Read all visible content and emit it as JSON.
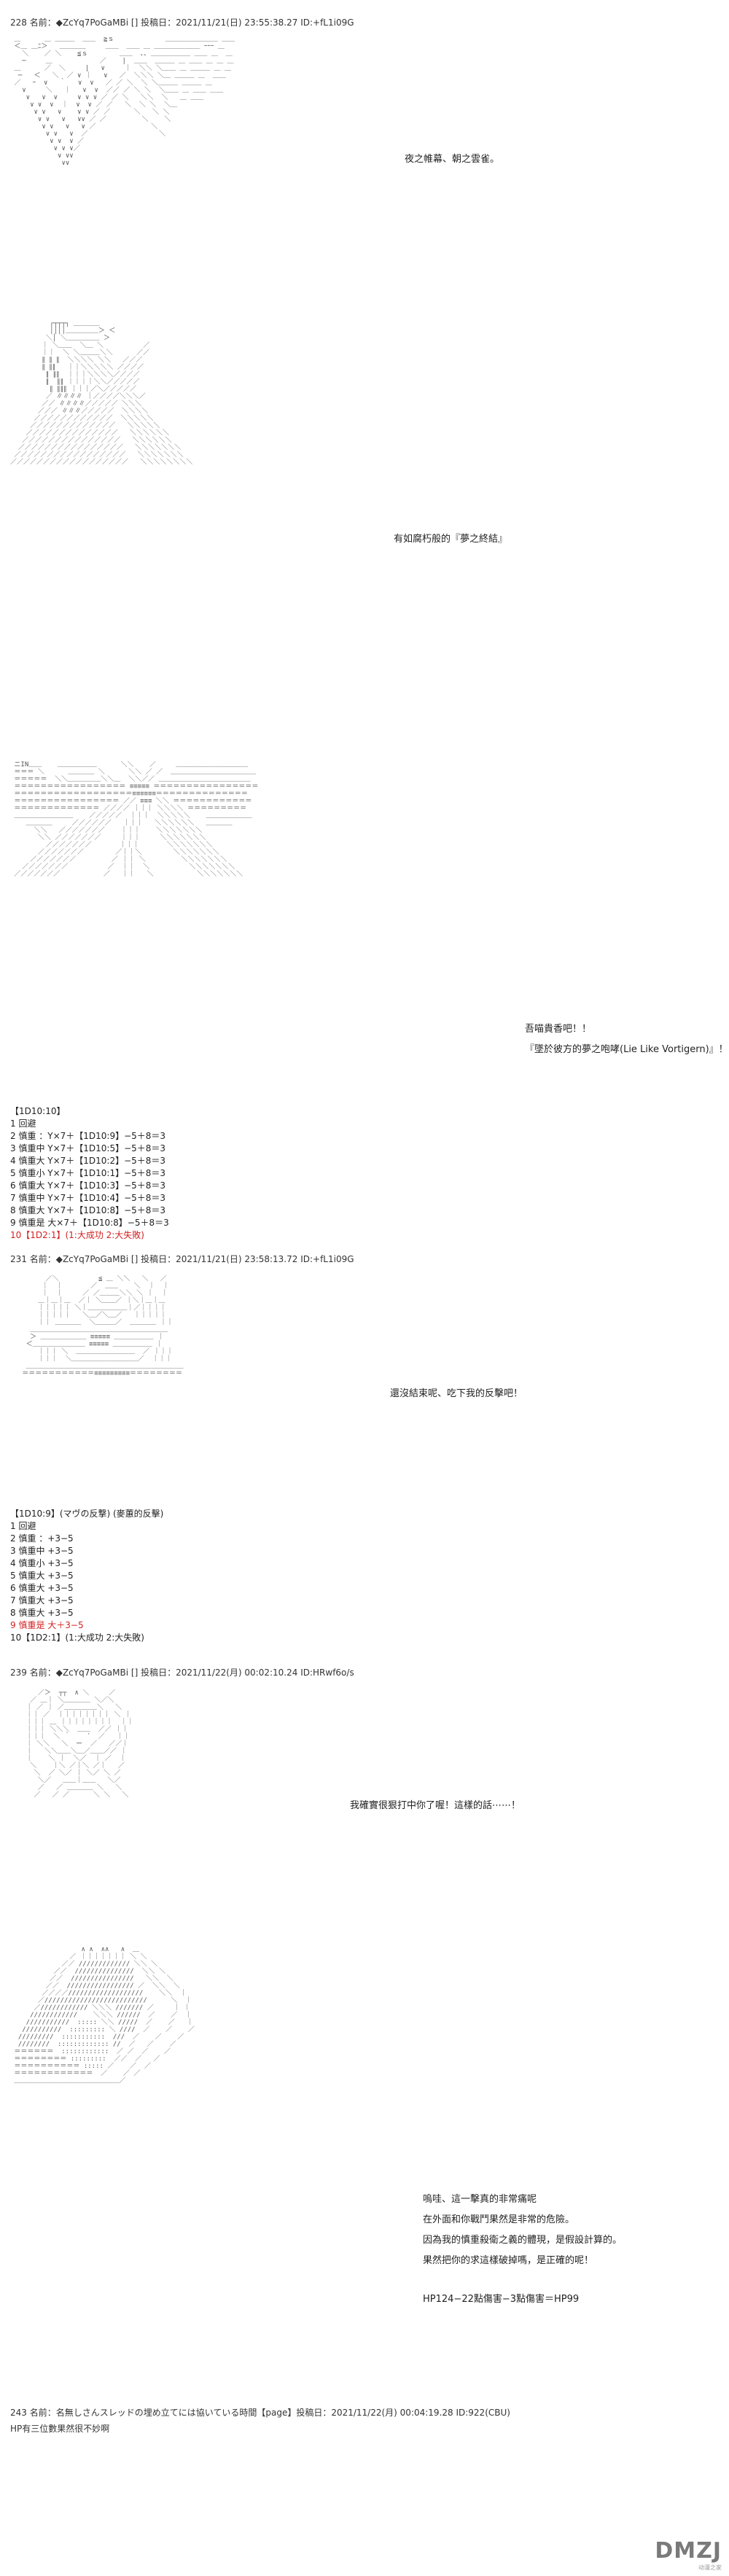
{
  "posts": [
    {
      "header": "228 名前：◆ZcYq7PoGaMBi [] 投稿日：2021/11/21(日) 23:55:38.27 ID:+fL1i09G",
      "dialogue": [
        "夜之帷幕、朝之雲雀。",
        "有如腐朽般的『夢之終結』",
        "吾喵貴香吧！！",
        "『墜於彼方的夢之咆哮(Lie Like Vortigern)』！！"
      ]
    },
    {
      "dice_title": "【1D10:10】",
      "dice_lines": [
        "1 回避",
        "2 慎重 ：Y×7＋【1D10:9】−5＋8＝3",
        "3 慎重中 Y×7＋【1D10:5】−5＋8＝3",
        "4 慎重大 Y×7＋【1D10:2】−5＋8＝3",
        "5 慎重小 Y×7＋【1D10:1】−5＋8＝3",
        "6 慎重大 Y×7＋【1D10:3】−5＋8＝3",
        "7 慎重中 Y×7＋【1D10:4】−5＋8＝3",
        "8 慎重大 Y×7＋【1D10:8】−5＋8＝3",
        "9 慎重是 大×7＋【1D10:8】−5＋8＝3"
      ],
      "dice_red": "10【1D2:1】(1:大成功 2:大失敗)"
    },
    {
      "header": "231 名前：◆ZcYq7PoGaMBi [] 投稿日：2021/11/21(日) 23:58:13.72 ID:+fL1i09G",
      "dialogue": [
        "還沒結束呢、吃下我的反擊吧！"
      ],
      "dice_title": "【1D10:9】(マヴの反撃) (麥蕙的反擊)",
      "dice_lines": [
        "1 回避",
        "2 慎重 ：+3−5",
        "3 慎重中 +3−5",
        "4 慎重小 +3−5",
        "5 慎重大 +3−5",
        "6 慎重大 +3−5",
        "7 慎重大 +3−5",
        "8 慎重大 +3−5"
      ],
      "dice_red": "9 慎重是 大＋3−5",
      "dice_tail": "10【1D2:1】(1:大成功 2:大失敗)"
    },
    {
      "header": "239 名前：◆ZcYq7PoGaMBi [] 投稿日：2021/11/22(月) 00:02:10.24 ID:HRwf6o/s",
      "dialogue": [
        "我確實很狠打中你了喔！這樣的話⋯⋯！",
        "嗚哇、這一擊真的非常痛呢",
        "在外面和你戰鬥果然是非常的危險。",
        "因為我的慎重殺衛之義的體現，是假設計算的。",
        "果然把你的求這樣破掉嗎，是正確的呢！",
        "HP124−22點傷害−3點傷害＝HP99"
      ]
    },
    {
      "header": "243 名前：名無しさんスレッドの埋め立てには協いている時間【page】投稿日：2021/11/22(月) 00:04:19.28 ID:922(CBU)",
      "footer": "HP有三位數果然很不妙啊"
    }
  ],
  "watermark": {
    "logo": "DMZJ",
    "sub": "动漫之家"
  }
}
